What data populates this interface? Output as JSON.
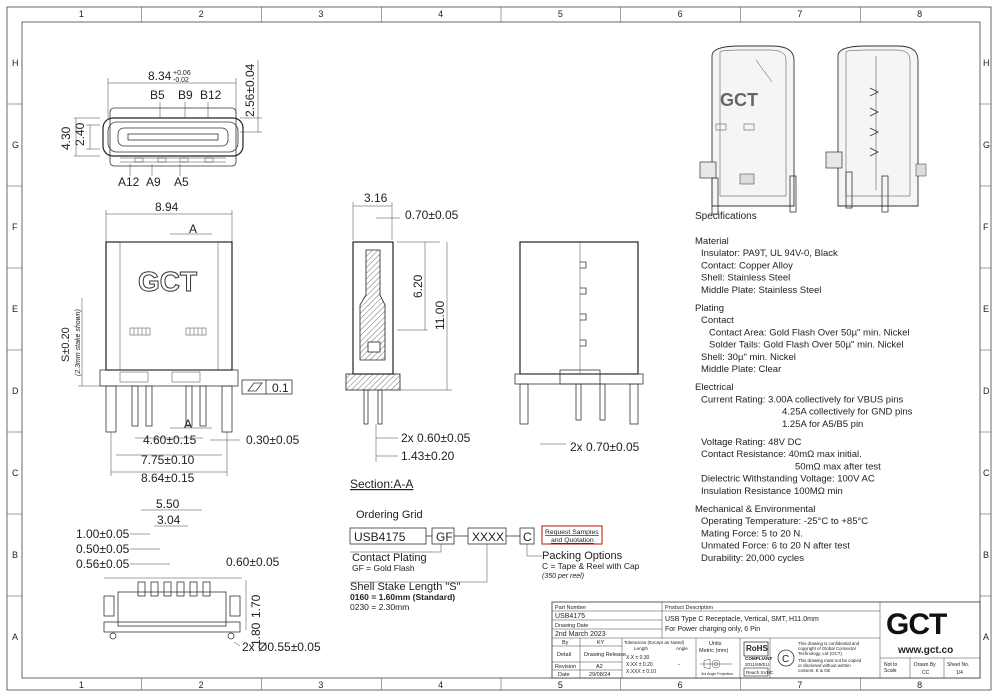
{
  "frame": {
    "columns": [
      "1",
      "2",
      "3",
      "4",
      "5",
      "6",
      "7",
      "8"
    ],
    "rows": [
      "H",
      "G",
      "F",
      "E",
      "D",
      "C",
      "B",
      "A"
    ]
  },
  "top_view": {
    "width": "8.34",
    "width_tol_plus": "+0.06",
    "width_tol_minus": "-0.02",
    "height_outer": "4.30",
    "height_inner": "2.40",
    "side": "2.56±0.04",
    "pins_top": [
      "B5",
      "B9",
      "B12"
    ],
    "pins_bottom": [
      "A12",
      "A9",
      "A5"
    ]
  },
  "front_view": {
    "width": "8.94",
    "section_mark": "A",
    "logo": "GCT",
    "stake_label": "S±0.20",
    "stake_note": "(2.3mm stake shown)",
    "flatness": "0.1",
    "dim_460": "4.60±0.15",
    "dim_775": "7.75±0.10",
    "dim_864": "8.64±0.15",
    "dim_030": "0.30±0.05"
  },
  "section_view": {
    "dim_316": "3.16",
    "dim_070": "0.70±0.05",
    "dim_620": "6.20",
    "dim_1100": "11.00",
    "dim_060": "2x 0.60±0.05",
    "dim_143": "1.43±0.20",
    "title": "Section:A-A"
  },
  "side_view": {
    "dim_070": "2x 0.70±0.05"
  },
  "pcb_view": {
    "dim_550": "5.50",
    "dim_304": "3.04",
    "dim_100": "1.00±0.05",
    "dim_050": "0.50±0.05",
    "dim_056": "0.56±0.05",
    "dim_060": "0.60±0.05",
    "dim_170": "1.70",
    "dim_180": "1.80",
    "dim_holes": "2x Ø0.55±0.05"
  },
  "ordering": {
    "title": "Ordering Grid",
    "part": "USB4175",
    "plating": "GF",
    "stake": "XXXX",
    "packing": "C",
    "request_line1": "Request Samples",
    "request_line2": "and Quotation",
    "contact_plating_title": "Contact Plating",
    "contact_plating_opt": "GF = Gold Flash",
    "packing_title": "Packing Options",
    "packing_opt": "C = Tape & Reel with Cap",
    "packing_note": "(350 per reel)",
    "stake_title": "Shell Stake Length \"S\"",
    "stake_opt1": "0160 = 1.60mm (Standard)",
    "stake_opt2": "0230 = 2.30mm"
  },
  "specs": {
    "title": "Specifications",
    "lines": [
      {
        "text": "Material",
        "indent": 0
      },
      {
        "text": "Insulator: PA9T, UL 94V-0, Black",
        "indent": 1
      },
      {
        "text": "Contact: Copper Alloy",
        "indent": 1
      },
      {
        "text": "Shell: Stainless Steel",
        "indent": 1
      },
      {
        "text": "Middle Plate:  Stainless Steel",
        "indent": 1
      },
      {
        "text": "",
        "indent": 0
      },
      {
        "text": "Plating",
        "indent": 0
      },
      {
        "text": "Contact",
        "indent": 1
      },
      {
        "text": "Contact Area: Gold Flash  Over 50µ\" min. Nickel",
        "indent": 2
      },
      {
        "text": "Solder Tails: Gold Flash Over 50µ\" min. Nickel",
        "indent": 2
      },
      {
        "text": "Shell: 30µ\" min. Nickel",
        "indent": 1
      },
      {
        "text": "Middle Plate:  Clear",
        "indent": 1
      },
      {
        "text": "",
        "indent": 0
      },
      {
        "text": "Electrical",
        "indent": 0
      },
      {
        "text": "Current Rating:      3.00A collectively for VBUS pins",
        "indent": 1
      },
      {
        "text": "4.25A collectively for GND pins",
        "indent": 3
      },
      {
        "text": "1.25A for A5/B5 pin",
        "indent": 3
      },
      {
        "text": "",
        "indent": 0
      },
      {
        "text": "Voltage Rating: 48V DC",
        "indent": 1
      },
      {
        "text": "Contact Resistance: 40mΩ max initial.",
        "indent": 1
      },
      {
        "text": "50mΩ max after test",
        "indent": 4
      },
      {
        "text": "Dielectric Withstanding Voltage: 100V AC",
        "indent": 1
      },
      {
        "text": "Insulation Resistance 100MΩ min",
        "indent": 1
      },
      {
        "text": "",
        "indent": 0
      },
      {
        "text": "Mechanical & Environmental",
        "indent": 0
      },
      {
        "text": "Operating Temperature: -25°C to +85°C",
        "indent": 1
      },
      {
        "text": "Mating Force: 5 to 20 N.",
        "indent": 1
      },
      {
        "text": "Unmated Force: 6 to 20 N after test",
        "indent": 1
      },
      {
        "text": "Durability: 20,000 cycles",
        "indent": 1
      }
    ]
  },
  "title_block": {
    "part_number_label": "Part Number",
    "part_number": "USB4175",
    "drawing_date_label": "Drawing Date",
    "drawing_date": "2nd March 2023",
    "by_label": "By",
    "by": "KY",
    "detail_label": "Detail",
    "detail": "Drawing Release",
    "revision_label": "Revision",
    "revision": "A2",
    "date_label": "Date",
    "date": "29/08/24",
    "product_desc_label": "Product Description",
    "product_desc_1": "USB Type C Receptacle, Vertical, SMT, H11.0mm",
    "product_desc_2": "For Power charging only, 6 Pin",
    "tol_label": "Tolerances (Except as Noted)",
    "tol_length": "Length",
    "tol_angle": "Angle",
    "tol_1": "X.X ± 0.30",
    "tol_2": "X.XX ± 0.20",
    "tol_3": "X.XXX ± 0.10",
    "tol_angle_val": "-",
    "units_label": "Units",
    "units": "Metric (mm)",
    "third_angle": "3rd Angle Projection",
    "rohs_1": "RoHS",
    "rohs_2": "COMPLIANT",
    "rohs_3": "2011/65/EU",
    "reach": "Reach SVHC",
    "copyright_1": "This drawing is confidential and",
    "copyright_2": "copyright of Global Connector",
    "copyright_3": "Technology, Ltd (GCT).",
    "copyright_4": "This drawing must not be copied",
    "copyright_5": "or disclosed without written",
    "copyright_6": "consent. E & OE",
    "logo": "GCT",
    "website": "www.gct.co",
    "scale_label": "Not to Scale",
    "drawn_by_label": "Drawn By",
    "drawn_by": "CC",
    "sheet_label": "Sheet No.",
    "sheet": "1/4"
  }
}
